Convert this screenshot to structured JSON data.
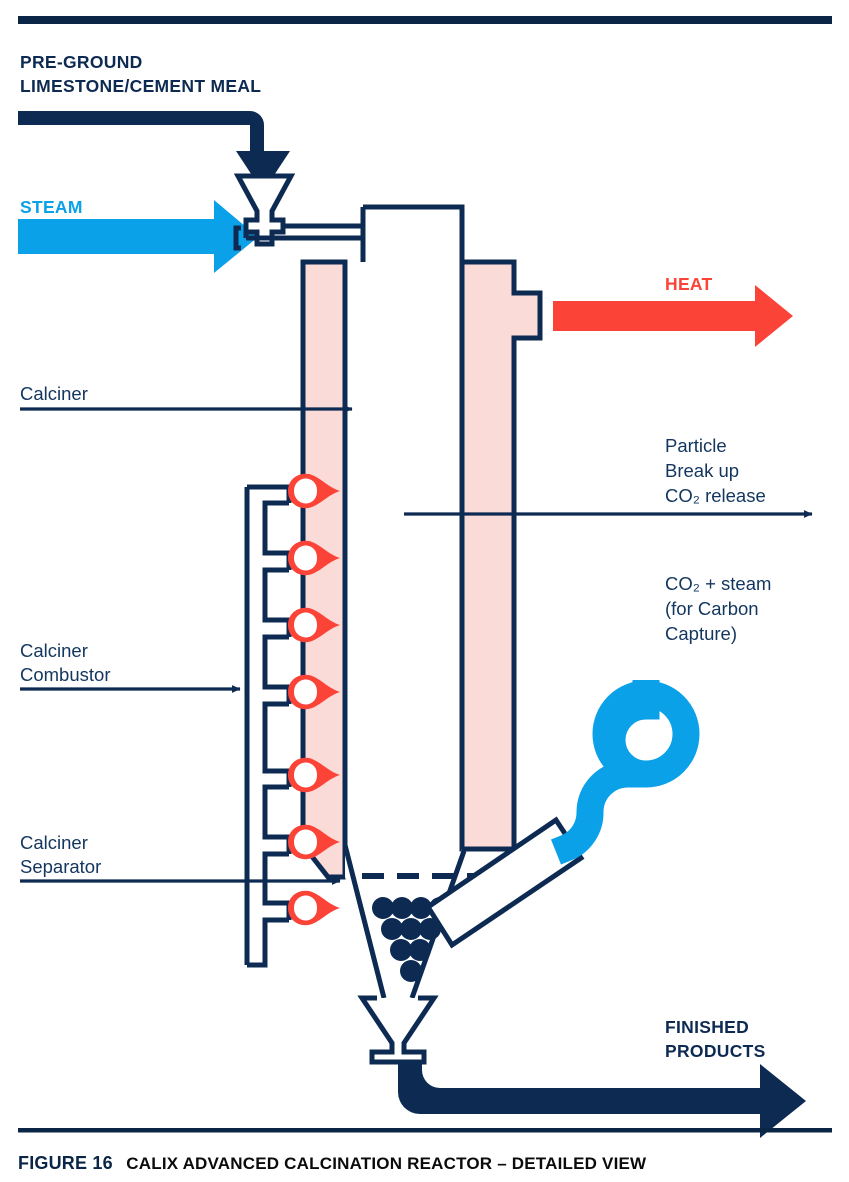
{
  "figure": {
    "number_label": "FIGURE 16",
    "caption": "CALIX ADVANCED CALCINATION REACTOR – DETAILED VIEW"
  },
  "colors": {
    "navy": "#0D2B52",
    "navy_deep": "#0A2546",
    "steam_blue": "#0BA1E8",
    "heat_red": "#FB4338",
    "jacket_pink": "#FBDBD8",
    "white": "#FFFFFF",
    "caption_black": "#0B0B0B"
  },
  "flows": {
    "feed": {
      "label_line1": "PRE-GROUND",
      "label_line2": "LIMESTONE/CEMENT MEAL",
      "color": "#0D2B52",
      "direction": "down-into-hopper"
    },
    "steam": {
      "label": "STEAM",
      "color": "#0BA1E8",
      "direction": "right"
    },
    "heat": {
      "label": "HEAT",
      "color": "#FB4338",
      "direction": "right"
    },
    "products": {
      "label_line1": "FINISHED",
      "label_line2": "PRODUCTS",
      "color": "#0D2B52",
      "direction": "right"
    }
  },
  "callouts": {
    "left": [
      {
        "id": "calciner",
        "lines": [
          "Calciner"
        ]
      },
      {
        "id": "calciner-combustor",
        "lines": [
          "Calciner",
          "Combustor"
        ]
      },
      {
        "id": "calciner-separator",
        "lines": [
          "Calciner",
          "Separator"
        ]
      }
    ],
    "right": [
      {
        "id": "particle-breakup",
        "lines": [
          "Particle",
          "Break up",
          "CO₂ release"
        ],
        "has_arrow": true
      },
      {
        "id": "co2-steam-capture",
        "lines": [
          "CO₂ + steam",
          "(for Carbon",
          "Capture)"
        ],
        "has_arrow": false
      }
    ]
  },
  "components": {
    "hopper": {
      "name": "feed-hopper"
    },
    "reactor_column": {
      "name": "calciner-column"
    },
    "burner_count": 7,
    "separator": {
      "name": "calciner-separator-cone",
      "particle_rows": [
        4,
        3,
        2,
        1
      ],
      "dashed_line": true
    },
    "outlet_duct": {
      "name": "gas-outlet-duct"
    },
    "capture_pipe": {
      "name": "co2-capture-pipe",
      "color": "#0BA1E8"
    }
  }
}
